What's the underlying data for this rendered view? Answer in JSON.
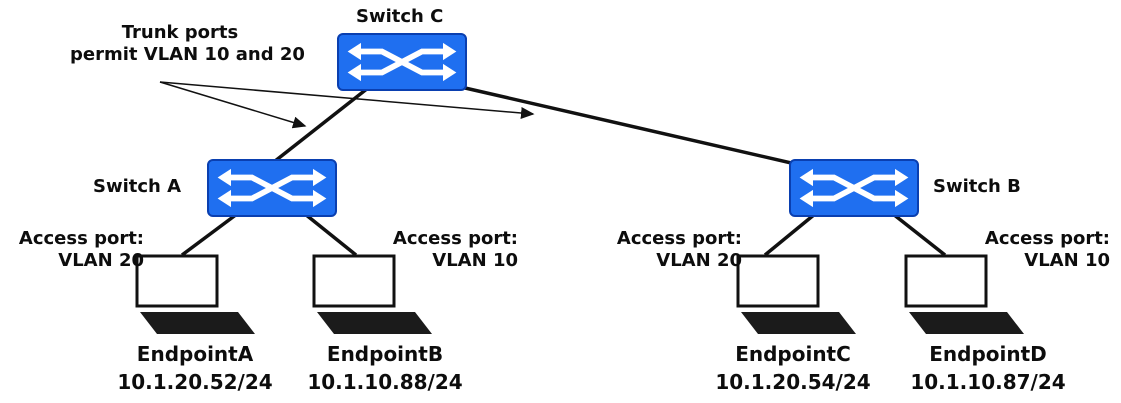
{
  "annotation": {
    "line1": "Trunk ports",
    "line2": "permit VLAN 10 and 20"
  },
  "switches": {
    "c": {
      "label": "Switch C"
    },
    "a": {
      "label": "Switch A"
    },
    "b": {
      "label": "Switch B"
    }
  },
  "access_ports": {
    "ep_a": {
      "line1": "Access port:",
      "line2": "VLAN 20"
    },
    "ep_b": {
      "line1": "Access port:",
      "line2": "VLAN 10"
    },
    "ep_c": {
      "line1": "Access port:",
      "line2": "VLAN 20"
    },
    "ep_d": {
      "line1": "Access port:",
      "line2": "VLAN 10"
    }
  },
  "endpoints": {
    "a": {
      "name": "EndpointA",
      "ip": "10.1.20.52/24"
    },
    "b": {
      "name": "EndpointB",
      "ip": "10.1.10.88/24"
    },
    "c": {
      "name": "EndpointC",
      "ip": "10.1.20.54/24"
    },
    "d": {
      "name": "EndpointD",
      "ip": "10.1.10.87/24"
    }
  },
  "colors": {
    "switch_fill": "#1f6ff0",
    "switch_stroke": "#0a3fb0",
    "line": "#111111"
  }
}
